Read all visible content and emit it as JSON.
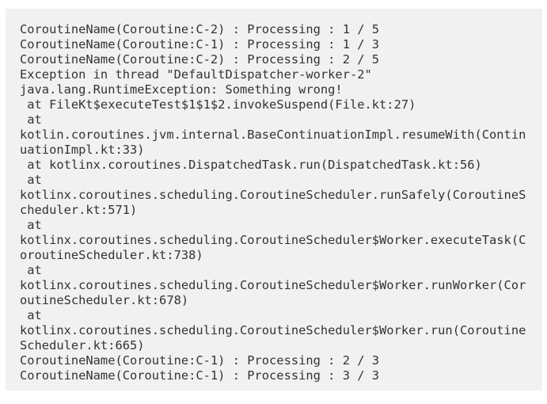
{
  "page": {
    "background": "#ffffff"
  },
  "console": {
    "background": "#f1f1f2",
    "text_color": "#333333",
    "wrap_columns": 69,
    "lines": [
      "CoroutineName(Coroutine:C-2) : Processing : 1 / 5",
      "CoroutineName(Coroutine:C-1) : Processing : 1 / 3",
      "CoroutineName(Coroutine:C-2) : Processing : 2 / 5",
      "Exception in thread \"DefaultDispatcher-worker-2\"",
      "java.lang.RuntimeException: Something wrong!",
      " at FileKt$executeTest$1$1$2.invokeSuspend(File.kt:27)",
      " at",
      "kotlin.coroutines.jvm.internal.BaseContinuationImpl.resumeWith(Contin",
      "uationImpl.kt:33)",
      " at kotlinx.coroutines.DispatchedTask.run(DispatchedTask.kt:56)",
      " at",
      "kotlinx.coroutines.scheduling.CoroutineScheduler.runSafely(CoroutineS",
      "cheduler.kt:571)",
      " at",
      "kotlinx.coroutines.scheduling.CoroutineScheduler$Worker.executeTask(C",
      "oroutineScheduler.kt:738)",
      " at",
      "kotlinx.coroutines.scheduling.CoroutineScheduler$Worker.runWorker(Cor",
      "outineScheduler.kt:678)",
      " at",
      "kotlinx.coroutines.scheduling.CoroutineScheduler$Worker.run(Coroutine",
      "Scheduler.kt:665)",
      "CoroutineName(Coroutine:C-1) : Processing : 2 / 3",
      "CoroutineName(Coroutine:C-1) : Processing : 3 / 3"
    ]
  }
}
